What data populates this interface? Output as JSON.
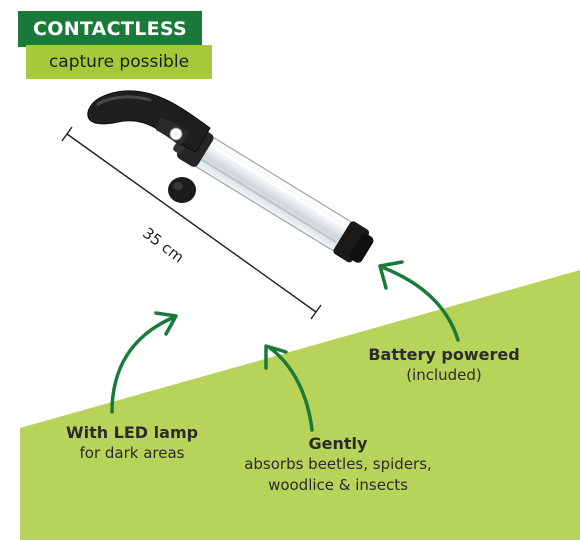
{
  "badge": {
    "top_label": "CONTACTLESS",
    "bottom_label": "capture possible"
  },
  "measurement": {
    "label": "35 cm"
  },
  "callouts": {
    "led": {
      "title": "With LED lamp",
      "desc": "for dark areas"
    },
    "gently": {
      "title": "Gently",
      "desc_line1": "absorbs beetles, spiders,",
      "desc_line2": "woodlice & insects"
    },
    "battery": {
      "title": "Battery powered",
      "desc": "(included)"
    }
  },
  "colors": {
    "dark_green": "#1a7a3a",
    "lime_green": "#a6c93b",
    "hill_green": "#b8d35a",
    "arrow_green": "#1a7a3a"
  }
}
